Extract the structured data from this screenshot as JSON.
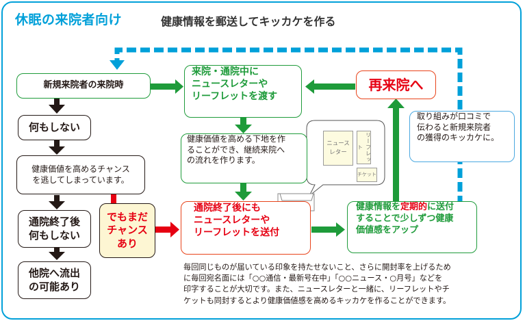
{
  "header": {
    "title": "休眠の来院者向け",
    "subtitle": "健康情報を郵送してキッカケを作る"
  },
  "left_flow": {
    "new_visit": "新規来院者の来院時",
    "do_nothing": "何もしない",
    "miss_chance_line1": "健康価値を高めるチャンス",
    "miss_chance_line2": "を逃してしまっています。",
    "after_visit_line1": "通院終了後",
    "after_visit_line2": "何もしない",
    "outflow_line1": "他院へ流出",
    "outflow_line2": "の可能あり"
  },
  "chance_box": {
    "line1": "でもまだ",
    "line2": "チャンス",
    "line3": "あり"
  },
  "center_flow": {
    "hand_out_line1": "来院・通院中に",
    "hand_out_line2": "ニュースレターや",
    "hand_out_line3": "リーフレットを渡す",
    "foundation_line1": "健康価値を高める下地を作",
    "foundation_line2": "ることができ、継続来院へ",
    "foundation_line3": "の流れを作ります。",
    "mail_line1": "通院終了後にも",
    "mail_line2": "ニュースレターや",
    "mail_line3": "リーフレットを送付"
  },
  "revisit": {
    "label": "再来院へ"
  },
  "periodic": {
    "line1_pre": "健康情報を",
    "line1_highlight": "定期的",
    "line1_post": "に送付",
    "line2": "することで少しずつ健康",
    "line3": "価値感をアップ"
  },
  "word_of_mouth": {
    "line1": "取り組みが口コミで",
    "line2": "伝わると新規来院者",
    "line3": "の獲得のキッカケに。"
  },
  "envelope_contents": {
    "newsletter_line1": "ニュース",
    "newsletter_line2": "レター",
    "leaflet": "リーフレット",
    "ticket": "チケット"
  },
  "note": {
    "line1": "毎回同じものが届いている印象を持たせないこと、さらに開封率を上げるため",
    "line2": "に毎回宛名面には「○○通信・最新号在中」「○○ニュース・○月号」などを",
    "line3": "印字することが大切です。また、ニュースレターと一緒に、リーフレットやチ",
    "line4": "ケットも同封するとより健康価値感を高めるキッカケを作ることができます。"
  },
  "colors": {
    "accent_blue": "#00a0d9",
    "green": "#1e9b3a",
    "red": "#e60012",
    "dark": "#231815",
    "cream": "#fdf6d3"
  }
}
